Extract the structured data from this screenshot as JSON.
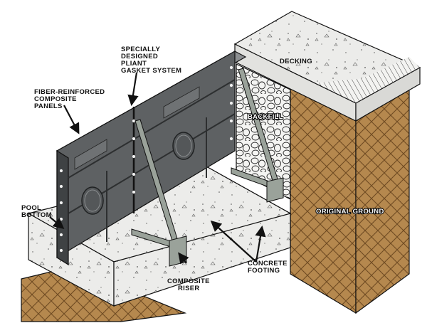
{
  "diagram": {
    "labels": {
      "gasket": [
        "SPECIALLY",
        "DESIGNED",
        "PLIANT",
        "GASKET SYSTEM"
      ],
      "panels": [
        "FIBER-REINFORCED",
        "COMPOSITE",
        "PANELS"
      ],
      "decking": "DECKING",
      "backfill": "BACKFILL",
      "original_ground": "ORIGINAL GROUND",
      "pool_bottom": [
        "POOL",
        "BOTTOM"
      ],
      "footing": [
        "CONCRETE",
        "FOOTING"
      ],
      "riser": [
        "COMPOSITE",
        "RISER"
      ]
    },
    "colors": {
      "panel_face": "#5e6163",
      "panel_top": "#8d9092",
      "panel_dark": "#3f4244",
      "concrete": "#ececea",
      "ground": "#b5884e",
      "ground_line": "#6e4a22",
      "brace": "#9aa29a"
    }
  }
}
